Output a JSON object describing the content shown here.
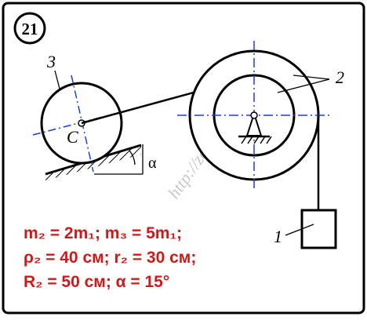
{
  "problem_number": "21",
  "labels": {
    "body_1": "1",
    "body_2": "2",
    "body_3": "3",
    "center_c": "C",
    "angle": "α"
  },
  "given_lines": [
    "m₂ = 2m₁; m₃ = 5m₁;",
    "ρ₂ = 40 см; r₂ = 30 см;",
    "R₂ = 50 см; α = 15°"
  ],
  "watermark": "http://zadachi.ru",
  "colors": {
    "line": "#000000",
    "axis": "#1a3fd8",
    "given_text": "#d01818",
    "watermark": "#c9c9c9"
  }
}
